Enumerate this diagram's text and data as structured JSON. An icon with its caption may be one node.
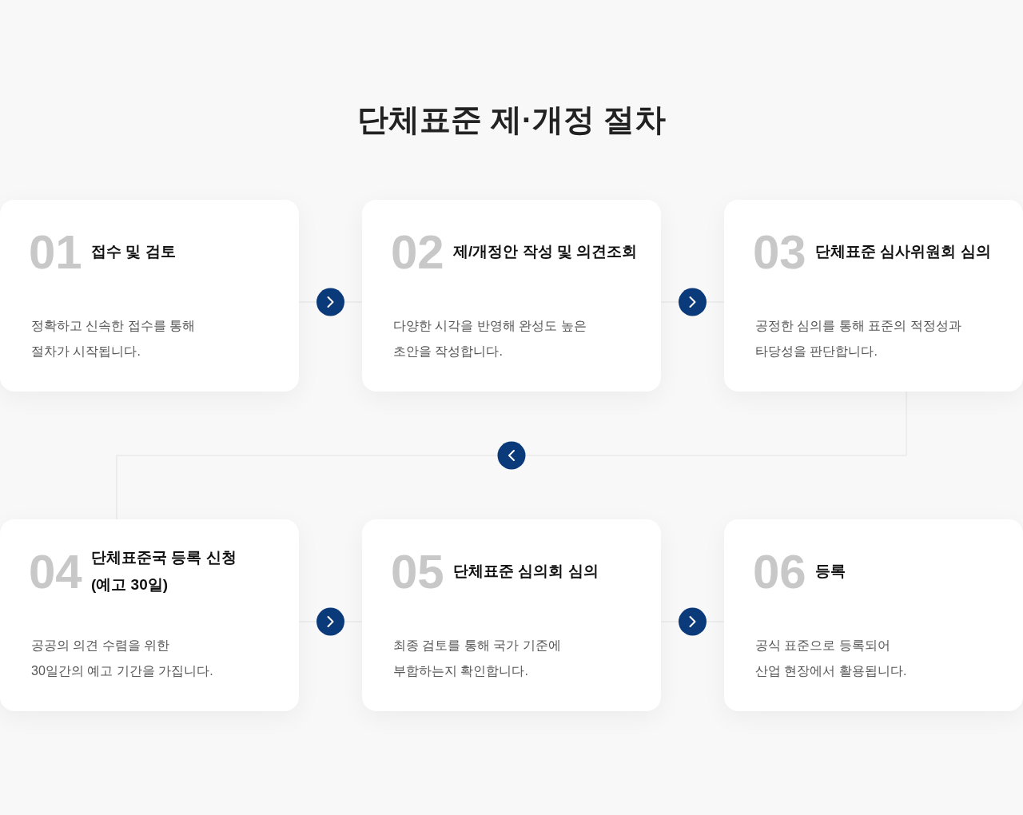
{
  "diagram": {
    "title": "단체표준 제·개정 절차",
    "nodes": [
      {
        "text": [
          "01",
          "접수 및 검토",
          "정확하고 신속한 접수를 통해 절차가 시작됩니다."
        ]
      },
      {
        "text": [
          "02",
          "제/개정안 작성 및 의견조회",
          "다양한 시각을 반영해 완성도 높은 초안을 작성합니다."
        ]
      },
      {
        "text": [
          "03",
          "단체표준 심사위원회 심의",
          "공정한 심의를 통해 표준의 적정성과 타당성을 판단합니다."
        ]
      },
      {
        "text": [
          "04",
          "단체표준국 등록 신청 (예고 30일)",
          "공공의 의견 수렴을 위한 30일간의 예고 기간을 가집니다."
        ]
      },
      {
        "text": [
          "05",
          "단체표준 심의회 심의",
          "최종 검토를 통해 국가 기준에 부합하는지 확인합니다."
        ]
      },
      {
        "text": [
          "06",
          "등록",
          "공식 표준으로 등록되어 산업 현장에서 활용됩니다."
        ]
      }
    ],
    "edges": [
      {
        "from": 0,
        "to": 1,
        "arrow": "to"
      },
      {
        "from": 1,
        "to": 2,
        "arrow": "to"
      },
      {
        "from": 2,
        "to": 3,
        "arrow": "to"
      },
      {
        "from": 3,
        "to": 4,
        "arrow": "to"
      },
      {
        "from": 4,
        "to": 5,
        "arrow": "to"
      }
    ]
  }
}
